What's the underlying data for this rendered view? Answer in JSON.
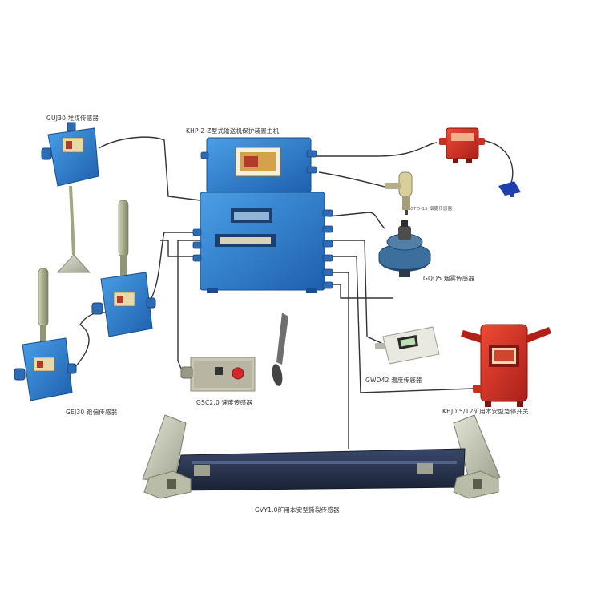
{
  "diagram": {
    "labels": {
      "top_left_sensor": "GUJ30 堆煤传感器",
      "main_unit": "KHP-2-Z型式输送机保护装置主机",
      "mini_sensor": "GFD-15 烟雾传感器",
      "smoke_sensor": "GQQ5 烟雾传感器",
      "left_bottom_sensor": "GEJ30 跑偏传感器",
      "speed_sensor": "GSC2.0 速度传感器",
      "temp_sensor": "GWD42 温度传感器",
      "stop_switch": "KHJ0.5/12矿用本安型急停开关",
      "tear_sensor": "GVY1.0矿用本安型撕裂传感器"
    },
    "colors": {
      "device_blue": "#2f7fd0",
      "device_blue_dark": "#1f5ea6",
      "device_red": "#d93a2a",
      "cable": "#333333",
      "plate_dark": "#25324d",
      "plate_light": "#c2c6b4"
    },
    "devices": [
      {
        "name": "main-control-box",
        "icon": "blue-control-box"
      },
      {
        "name": "coal-pile-sensor",
        "icon": "blue-sensor-pendulum"
      },
      {
        "name": "deviation-sensor-left",
        "icon": "blue-sensor-rod"
      },
      {
        "name": "deviation-sensor-right",
        "icon": "blue-sensor-rod"
      },
      {
        "name": "speed-sensor",
        "icon": "speed-sensor-box"
      },
      {
        "name": "temperature-sensor",
        "icon": "temperature-box"
      },
      {
        "name": "smoke-sensor",
        "icon": "round-smoke-sensor"
      },
      {
        "name": "alarm-box",
        "icon": "red-alarm-box"
      },
      {
        "name": "emergency-stop-switch",
        "icon": "red-stop-switch"
      },
      {
        "name": "tear-sensor-plate",
        "icon": "tear-plate"
      }
    ]
  }
}
